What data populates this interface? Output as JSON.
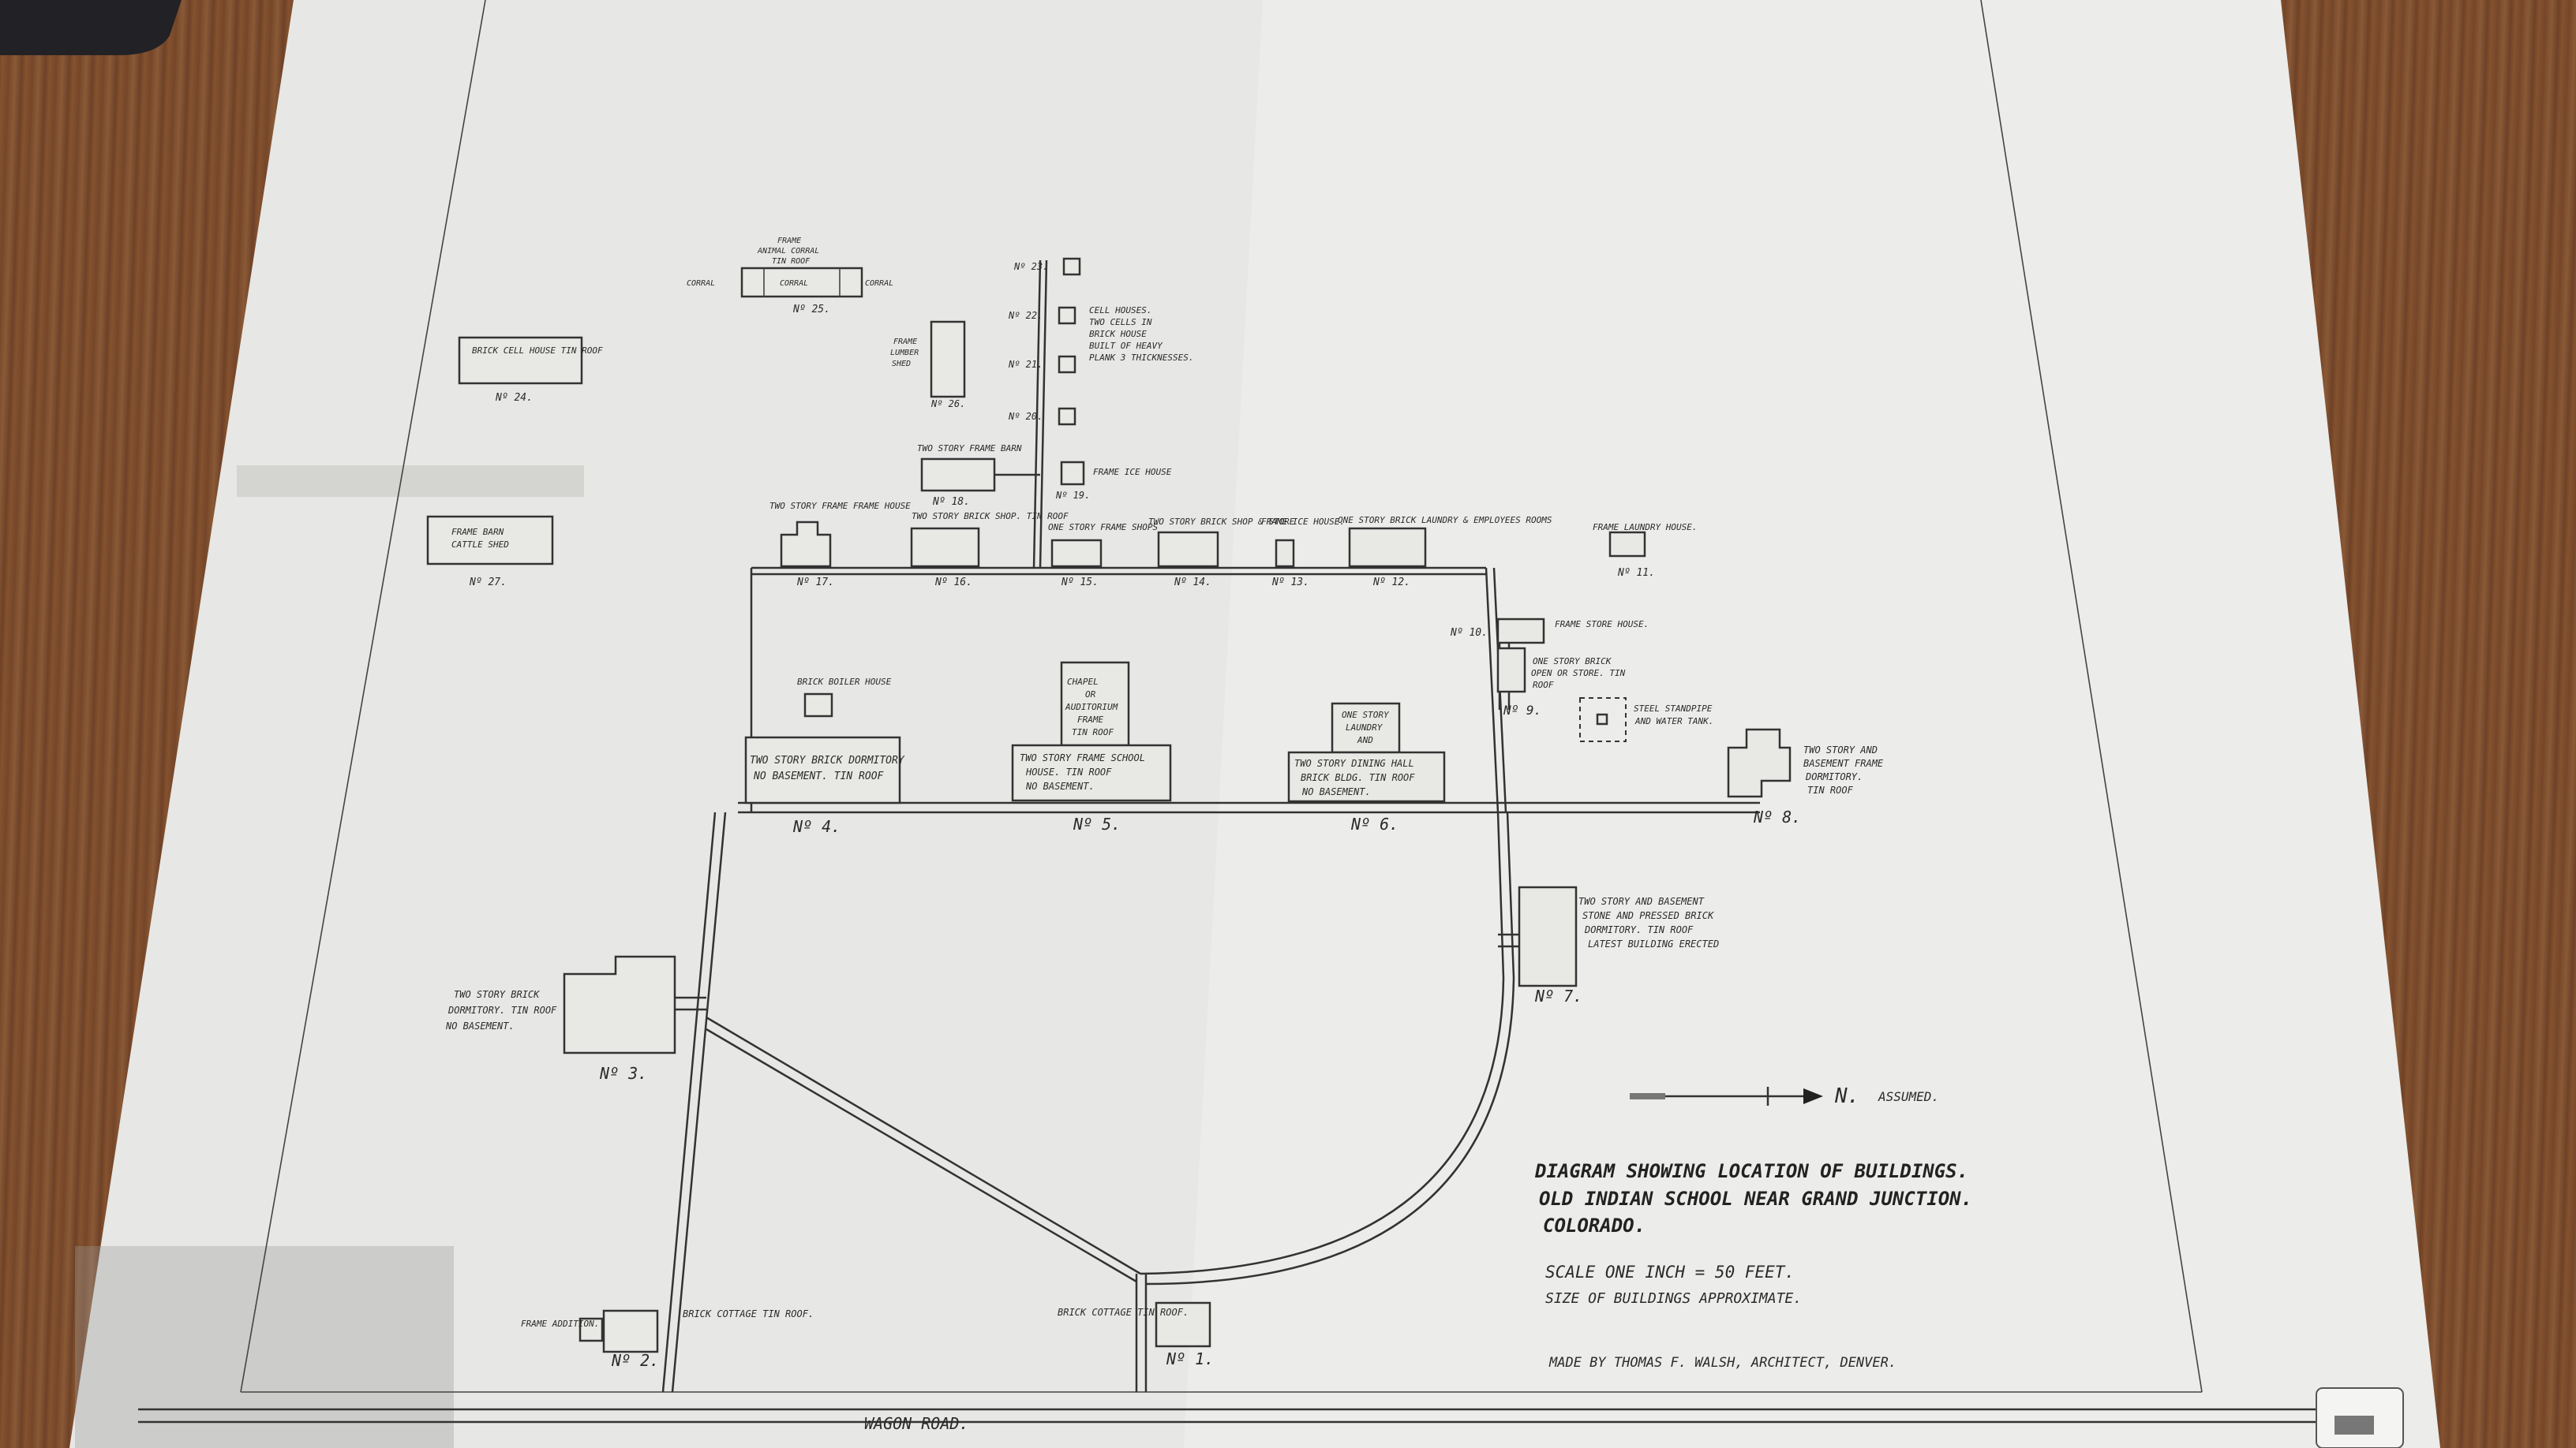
{
  "labels": {
    "title_line1": "DIAGRAM SHOWING LOCATION OF BUILDINGS.",
    "title_line2": "OLD INDIAN SCHOOL NEAR GRAND JUNCTION.",
    "title_line3": "COLORADO.",
    "scale": "SCALE  ONE INCH = 50 FEET.",
    "size_note": "SIZE OF BUILDINGS APPROXIMATE.",
    "maker": "MADE BY THOMAS F. WALSH, ARCHITECT, DENVER.",
    "road": "WAGON  ROAD.",
    "north": "N.",
    "north_note": "ASSUMED."
  },
  "buildings": {
    "b1": {
      "num": "Nº 1.",
      "desc": "BRICK COTTAGE TIN ROOF."
    },
    "b2": {
      "num": "Nº 2.",
      "desc": "BRICK COTTAGE TIN ROOF.",
      "addition": "FRAME ADDITION."
    },
    "b3": {
      "num": "Nº 3.",
      "desc1": "TWO STORY BRICK",
      "desc2": "DORMITORY. TIN ROOF",
      "desc3": "NO BASEMENT."
    },
    "b4": {
      "num": "Nº 4.",
      "desc1": "TWO STORY BRICK DORMITORY",
      "desc2": "NO BASEMENT. TIN ROOF"
    },
    "b4_house": {
      "desc": "BRICK BOILER HOUSE"
    },
    "b5": {
      "num": "Nº 5.",
      "desc1": "TWO STORY FRAME SCHOOL",
      "desc2": "HOUSE. TIN ROOF",
      "desc3": "NO BASEMENT."
    },
    "b5_chapel": {
      "desc1": "CHAPEL",
      "desc2": "OR",
      "desc3": "AUDITORIUM",
      "desc4": "FRAME",
      "desc5": "TIN ROOF"
    },
    "b6": {
      "num": "Nº 6.",
      "desc1": "TWO STORY DINING HALL",
      "desc2": "BRICK BLDG. TIN ROOF",
      "desc3": "NO BASEMENT."
    },
    "b6_annex": {
      "desc1": "ONE STORY",
      "desc2": "LAUNDRY",
      "desc3": "AND"
    },
    "b7": {
      "num": "Nº 7.",
      "desc1": "TWO STORY AND BASEMENT",
      "desc2": "STONE AND PRESSED BRICK",
      "desc3": "DORMITORY. TIN ROOF",
      "desc4": "LATEST BUILDING ERECTED"
    },
    "b8": {
      "num": "Nº 8.",
      "desc1": "TWO STORY AND",
      "desc2": "BASEMENT FRAME",
      "desc3": "DORMITORY.",
      "desc4": "TIN ROOF"
    },
    "b9": {
      "num": "Nº 9.",
      "desc1": "ONE STORY BRICK",
      "desc2": "OPEN OR STORE. TIN",
      "desc3": "ROOF"
    },
    "b10": {
      "num": "Nº 10.",
      "desc": "FRAME STORE HOUSE."
    },
    "b11": {
      "num": "Nº 11.",
      "desc": "FRAME LAUNDRY HOUSE."
    },
    "b12": {
      "num": "Nº 12.",
      "desc": "ONE STORY BRICK LAUNDRY & EMPLOYEES ROOMS"
    },
    "b13": {
      "num": "Nº 13.",
      "desc": "FRAME ICE HOUSE."
    },
    "b14": {
      "num": "Nº 14.",
      "desc": "TWO STORY BRICK SHOP & STORE"
    },
    "b15": {
      "num": "Nº 15.",
      "desc": "ONE STORY FRAME SHOPS"
    },
    "b16": {
      "num": "Nº 16.",
      "desc": "TWO STORY BRICK SHOP. TIN ROOF"
    },
    "b17": {
      "num": "Nº 17.",
      "desc": "TWO STORY FRAME FRAME HOUSE"
    },
    "b18": {
      "num": "Nº 18.",
      "desc": "TWO STORY FRAME BARN"
    },
    "b19": {
      "num": "Nº 19.",
      "desc": "FRAME ICE HOUSE"
    },
    "b20": {
      "num": "Nº 20."
    },
    "b21": {
      "num": "Nº 21.",
      "note1": "CELL HOUSES.",
      "note2": "TWO CELLS IN",
      "note3": "BRICK HOUSE",
      "note4": "BUILT OF HEAVY",
      "note5": "PLANK 3 THICKNESSES."
    },
    "b22": {
      "num": "Nº 22."
    },
    "b23": {
      "num": "Nº 23."
    },
    "b24": {
      "num": "Nº 24.",
      "desc": "BRICK CELL HOUSE TIN ROOF"
    },
    "b25": {
      "num": "Nº 25.",
      "top1": "FRAME",
      "top2": "ANIMAL CORRAL",
      "top3": "TIN ROOF",
      "left": "CORRAL",
      "mid": "CORRAL",
      "right": "CORRAL"
    },
    "b26": {
      "num": "Nº 26.",
      "desc1": "FRAME",
      "desc2": "LUMBER",
      "desc3": "SHED"
    },
    "b27": {
      "num": "Nº 27.",
      "desc1": "FRAME BARN",
      "desc2": "CATTLE SHED"
    },
    "tower": {
      "desc1": "STEEL STANDPIPE",
      "desc2": "AND WATER TANK."
    }
  }
}
